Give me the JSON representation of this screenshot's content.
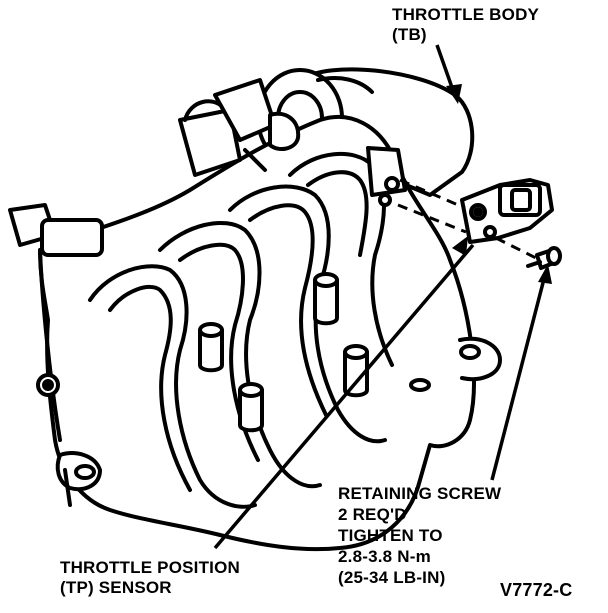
{
  "labels": {
    "throttle_body": {
      "line1": "THROTTLE BODY",
      "line2": "(TB)"
    },
    "retaining_screw": {
      "line1": "RETAINING SCREW",
      "line2": "2 REQ'D",
      "line3": "TIGHTEN TO",
      "line4": "2.8-3.8 N-m",
      "line5": "(25-34 LB-IN)"
    },
    "throttle_position_sensor": {
      "line1": "THROTTLE POSITION",
      "line2": "(TP) SENSOR"
    },
    "figure_code": "V7772-C"
  },
  "colors": {
    "ink": "#000000",
    "paper": "#ffffff"
  }
}
